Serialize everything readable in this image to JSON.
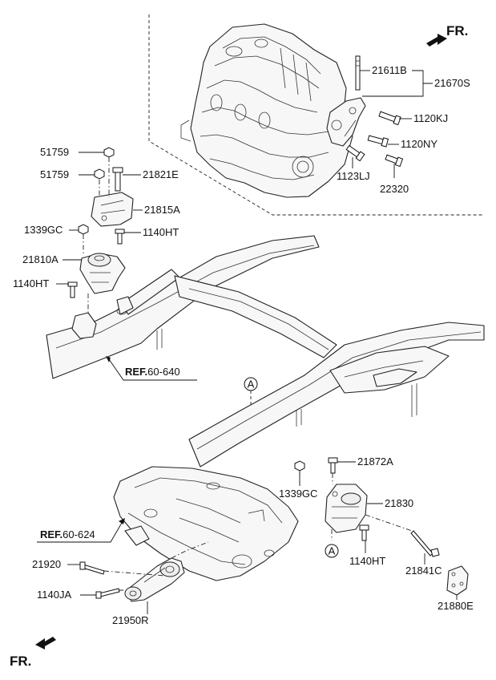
{
  "orientation": {
    "top_label": "FR.",
    "bottom_label": "FR."
  },
  "references": [
    {
      "prefix": "REF.",
      "code": "60-640"
    },
    {
      "prefix": "REF.",
      "code": "60-624"
    }
  ],
  "callouts": {
    "upper": "A",
    "lower": "A"
  },
  "part_numbers": [
    "21611B",
    "21670S",
    "1120KJ",
    "1120NY",
    "1123LJ",
    "22320",
    "51759",
    "51759",
    "21821E",
    "21815A",
    "1339GC",
    "1140HT",
    "21810A",
    "1140HT",
    "21872A",
    "1339GC",
    "21830",
    "1140HT",
    "21841C",
    "21880E",
    "21920",
    "1140JA",
    "21950R"
  ]
}
